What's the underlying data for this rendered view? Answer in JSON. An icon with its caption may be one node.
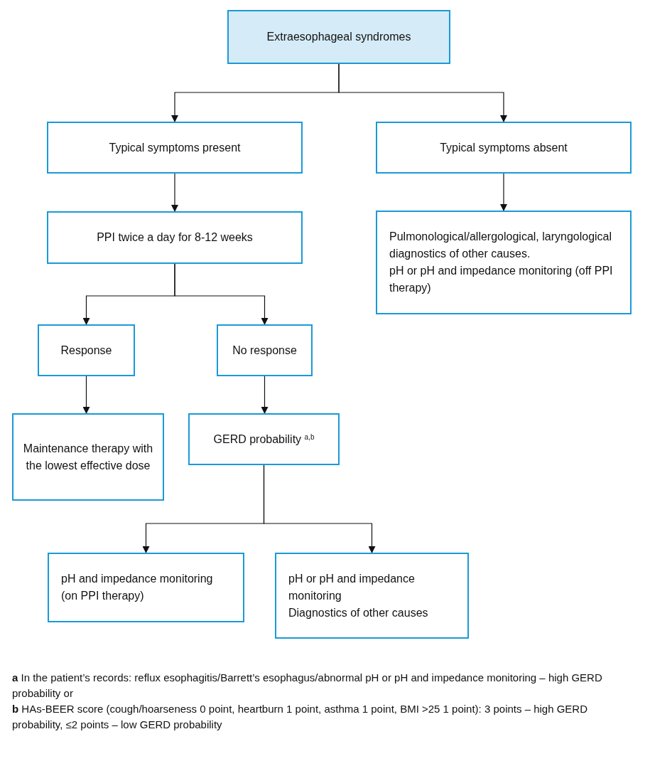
{
  "diagram": {
    "nodes": [
      {
        "text": [
          "Extraesophageal syndromes"
        ]
      },
      {
        "text": [
          "Typical symptoms present"
        ]
      },
      {
        "text": [
          "Typical symptoms absent"
        ]
      },
      {
        "text": [
          "PPI twice a day for 8-12 weeks"
        ]
      },
      {
        "text": [
          "Pulmonological/allergological, laryngological diagnostics of other causes.",
          "pH or pH and impedance monitoring (off PPI therapy)"
        ]
      },
      {
        "text": [
          "Response"
        ]
      },
      {
        "text": [
          "No response"
        ]
      },
      {
        "text": [
          "Maintenance therapy with the lowest effective dose"
        ]
      },
      {
        "text": [
          "GERD probability $^{a,b}$"
        ]
      },
      {
        "text": [
          "pH and impedance monitoring (on PPI therapy)"
        ]
      },
      {
        "text": [
          "pH or pH and impedance monitoring",
          "Diagnostics of other causes"
        ]
      }
    ],
    "edges": [
      {
        "from": 0,
        "to": 1,
        "arrow": "to"
      },
      {
        "from": 0,
        "to": 2,
        "arrow": "to"
      },
      {
        "from": 1,
        "to": 3,
        "arrow": "to"
      },
      {
        "from": 2,
        "to": 4,
        "arrow": "to"
      },
      {
        "from": 3,
        "to": 5,
        "arrow": "to"
      },
      {
        "from": 3,
        "to": 6,
        "arrow": "to"
      },
      {
        "from": 5,
        "to": 7,
        "arrow": "to"
      },
      {
        "from": 6,
        "to": 8,
        "arrow": "to"
      },
      {
        "from": 8,
        "to": 9,
        "arrow": "to"
      },
      {
        "from": 8,
        "to": 10,
        "arrow": "to"
      }
    ],
    "labels": [
      "**a** In the patient’s records: reflux esophagitis/Barrett’s esophagus/abnormal pH or pH and impedance monitoring – high GERD probability or",
      "**b** HAs-BEER score (cough/hoarseness 0 point, heartburn 1 point, asthma 1 point, BMI >25 1 point): 3 points – high GERD probability, ≤2 points – low GERD probability"
    ]
  }
}
